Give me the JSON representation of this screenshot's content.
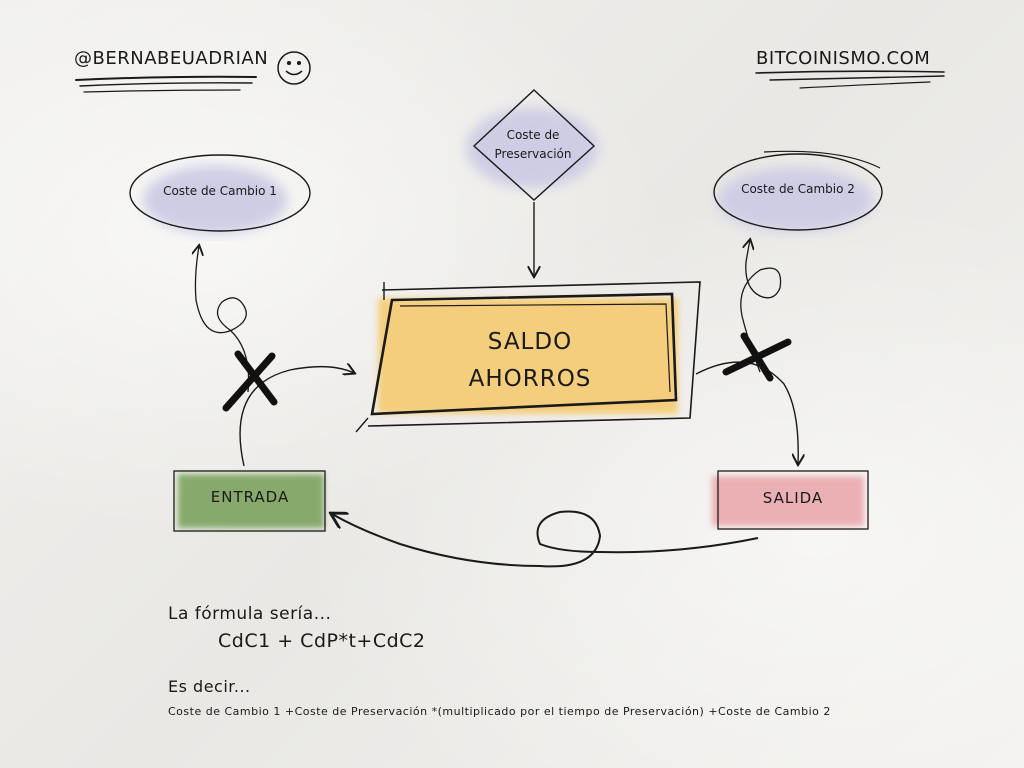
{
  "header": {
    "handle": "@BERNABEUADRIAN",
    "site": "BITCOINISMO.COM"
  },
  "diagram": {
    "coste_cambio_1": "Coste de Cambio 1",
    "coste_cambio_2": "Coste de Cambio 2",
    "coste_preservacion_line1": "Coste de",
    "coste_preservacion_line2": "Preservación",
    "saldo_line1": "SALDO",
    "saldo_line2": "AHORROS",
    "entrada": "ENTRADA",
    "salida": "SALIDA"
  },
  "footer": {
    "intro": "La fórmula sería...",
    "formula": "CdC1 + CdP*t+CdC2",
    "es_decir": "Es decir...",
    "explanation": "Coste de Cambio 1 +Coste de Preservación *(multiplicado por el tiempo de Preservación) +Coste de Cambio 2"
  },
  "colors": {
    "saldo_fill": "#f6c96a",
    "entrada_fill": "#7da35e",
    "salida_fill": "#eaa9ae",
    "bubble_fill": "#cfcde4",
    "ink": "#1a1a1a"
  }
}
